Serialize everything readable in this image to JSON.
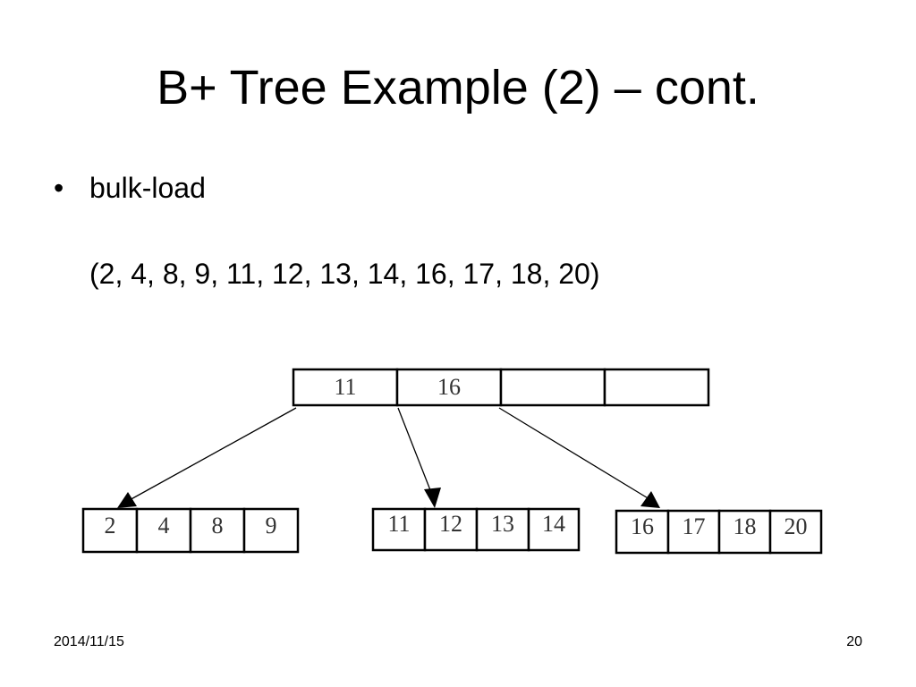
{
  "slide": {
    "title": "B+ Tree Example (2) – cont.",
    "bullet_symbol": "•",
    "bullet": "bulk-load",
    "sequence": "(2, 4, 8, 9, 11, 12, 13, 14, 16, 17, 18, 20)",
    "footer_date": "2014/11/15",
    "page_number": "20"
  },
  "tree": {
    "root": [
      "11",
      "16",
      "",
      ""
    ],
    "leaves": [
      [
        "2",
        "4",
        "8",
        "9"
      ],
      [
        "11",
        "12",
        "13",
        "14"
      ],
      [
        "16",
        "17",
        "18",
        "20"
      ]
    ]
  }
}
